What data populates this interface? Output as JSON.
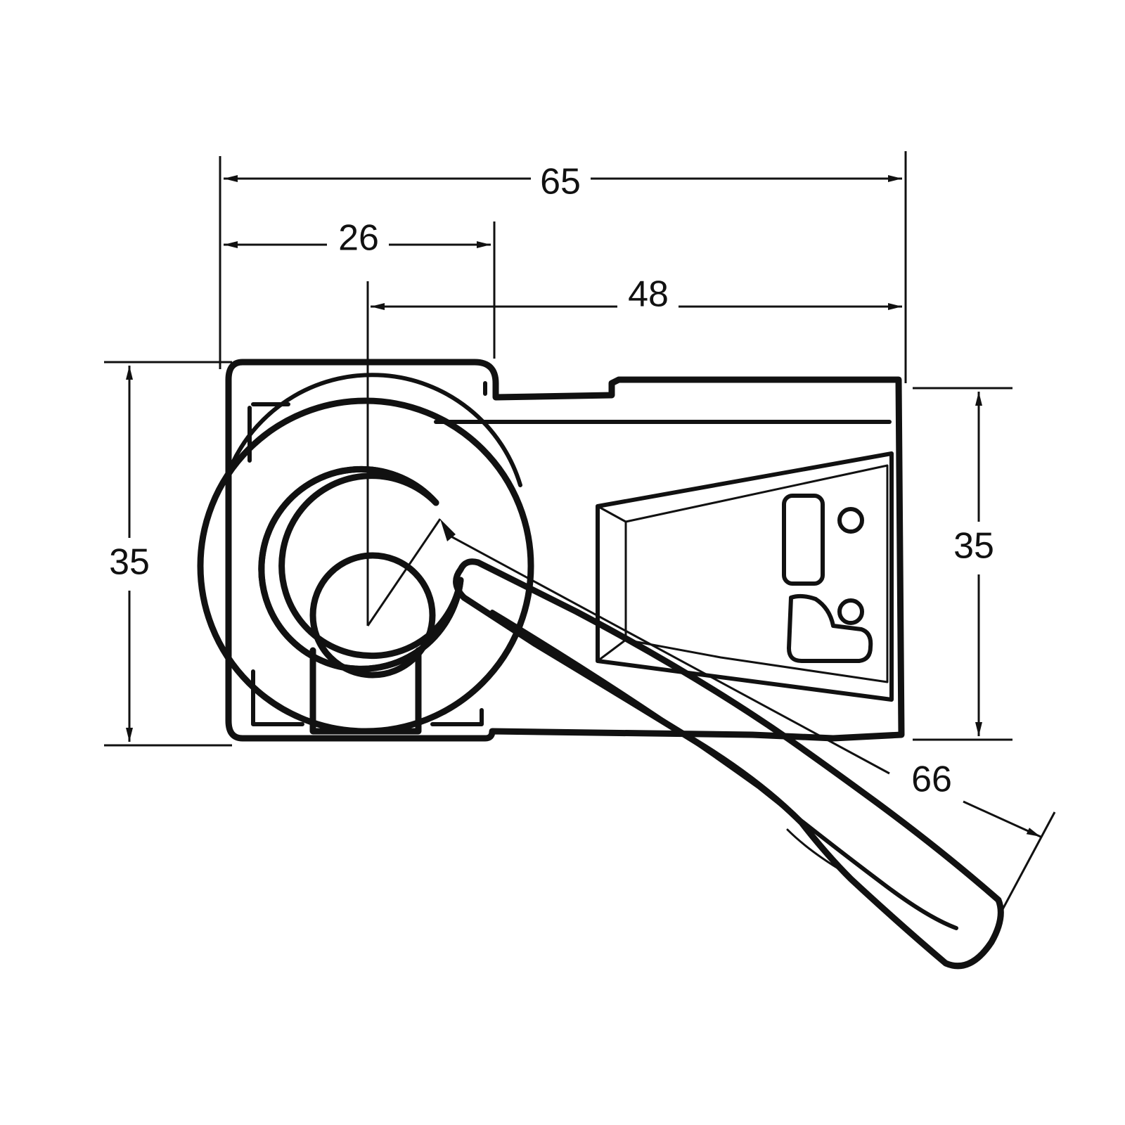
{
  "dimensions": {
    "overall_width": "65",
    "knob_width": "26",
    "pivot_to_end": "48",
    "height_left": "35",
    "height_right": "35",
    "lever_reach": "66"
  }
}
